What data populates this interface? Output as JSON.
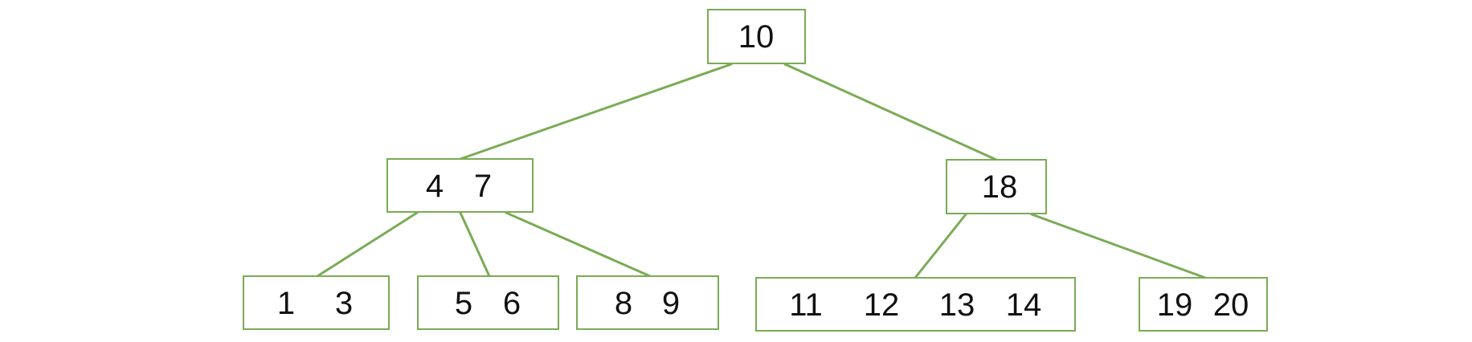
{
  "colors": {
    "stroke": "#7aab55",
    "text": "#111111",
    "background": "#ffffff"
  },
  "tree": {
    "root": {
      "keys": [
        "10"
      ]
    },
    "level1": [
      {
        "keys": [
          "4",
          "7"
        ]
      },
      {
        "keys": [
          "18"
        ]
      }
    ],
    "level2": [
      {
        "keys": [
          "1",
          "3"
        ]
      },
      {
        "keys": [
          "5",
          "6"
        ]
      },
      {
        "keys": [
          "8",
          "9"
        ]
      },
      {
        "keys": [
          "11",
          "12",
          "13",
          "14"
        ]
      },
      {
        "keys": [
          "19",
          "20"
        ]
      }
    ]
  }
}
